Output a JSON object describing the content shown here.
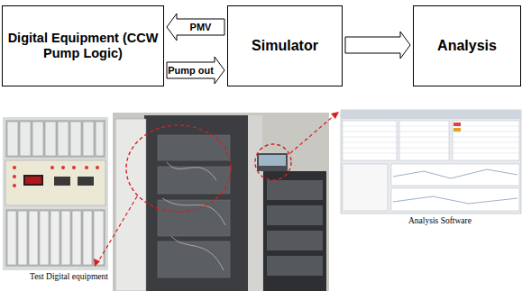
{
  "diagram": {
    "nodes": [
      {
        "text": [
          "Digital Equipment (CCW Pump Logic)"
        ]
      },
      {
        "text": [
          "Simulator"
        ]
      },
      {
        "text": [
          "Analysis"
        ]
      }
    ],
    "edges": [
      {
        "from": 1,
        "to": 0,
        "arrow": "to",
        "label": "PMV"
      },
      {
        "from": 0,
        "to": 1,
        "arrow": "to",
        "label": "Pump out"
      },
      {
        "from": 1,
        "to": 2,
        "arrow": "to"
      }
    ],
    "labels": [
      "Test Digital equipment",
      "Analysis Software"
    ]
  }
}
